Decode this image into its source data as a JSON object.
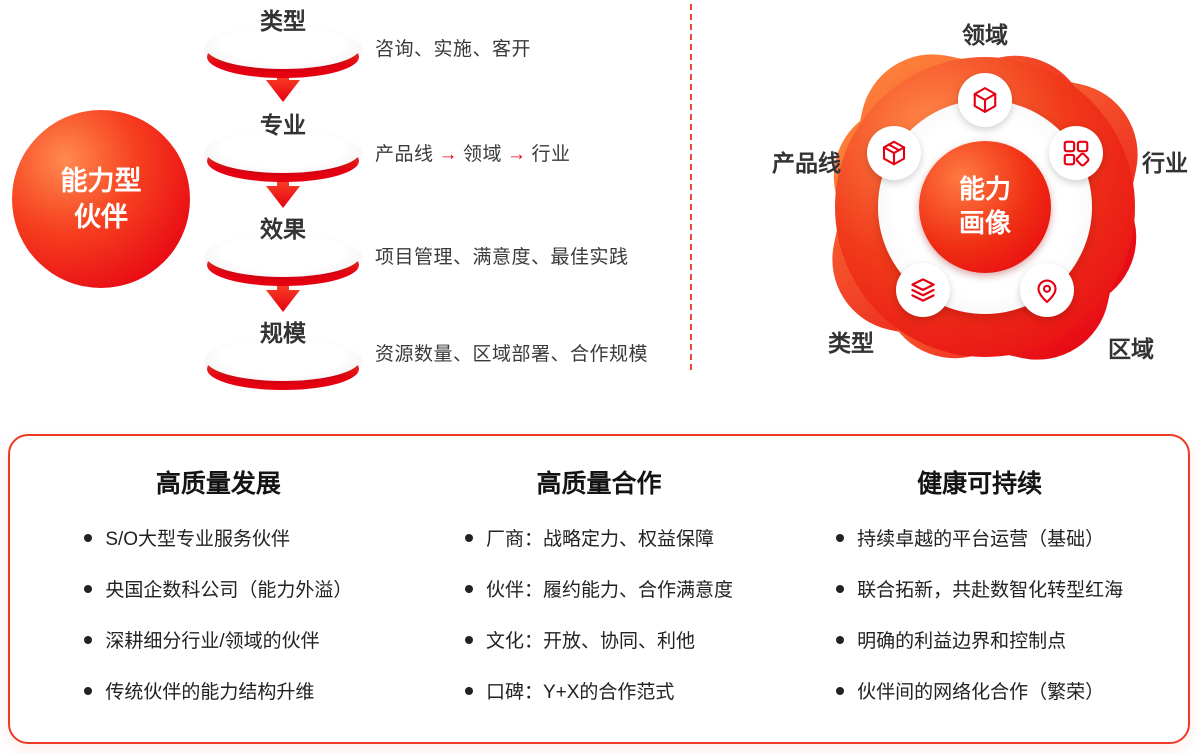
{
  "colors": {
    "accent": "#e60012",
    "accent_light": "#ff7b45",
    "text_dark": "#333333"
  },
  "partner_circle": {
    "line1": "能力型",
    "line2": "伙伴"
  },
  "funnel": {
    "steps": [
      {
        "label": "类型",
        "desc": "咨询、实施、客开"
      },
      {
        "label": "专业",
        "desc_parts": [
          "产品线",
          "领域",
          "行业"
        ]
      },
      {
        "label": "效果",
        "desc": "项目管理、满意度、最佳实践"
      },
      {
        "label": "规模",
        "desc": "资源数量、区域部署、合作规模"
      }
    ]
  },
  "capability_map": {
    "center": {
      "line1": "能力",
      "line2": "画像"
    },
    "labels": {
      "top": "领域",
      "right": "行业",
      "bottom_right": "区域",
      "bottom_left": "类型",
      "left": "产品线"
    },
    "icons": {
      "top": "cube-icon",
      "right": "grid-icon",
      "bottom_right": "location-pin-icon",
      "bottom_left": "layers-icon",
      "left": "package-icon"
    }
  },
  "summary_card": {
    "columns": [
      {
        "title": "高质量发展",
        "items": [
          "S/O大型专业服务伙伴",
          "央国企数科公司（能力外溢）",
          "深耕细分行业/领域的伙伴",
          "传统伙伴的能力结构升维"
        ]
      },
      {
        "title": "高质量合作",
        "items": [
          "厂商：战略定力、权益保障",
          "伙伴：履约能力、合作满意度",
          "文化：开放、协同、利他",
          "口碑：Y+X的合作范式"
        ]
      },
      {
        "title": "健康可持续",
        "items": [
          "持续卓越的平台运营（基础）",
          "联合拓新，共赴数智化转型红海",
          "明确的利益边界和控制点",
          "伙伴间的网络化合作（繁荣）"
        ]
      }
    ]
  }
}
